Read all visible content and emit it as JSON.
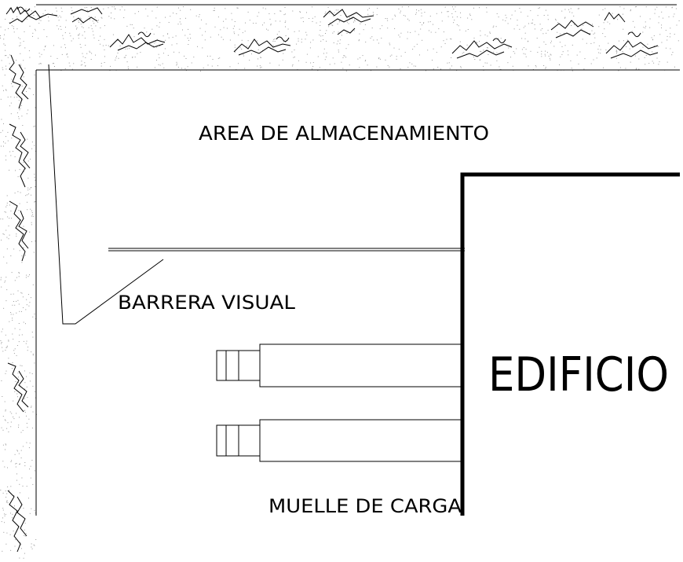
{
  "labels": {
    "storage_area": "AREA DE ALMACENAMIENTO",
    "visual_barrier": "BARRERA VISUAL",
    "building": "EDIFICIO",
    "loading_dock": "MUELLE DE CARGA"
  },
  "colors": {
    "line": "#000000",
    "background": "#ffffff",
    "hatch": "#9a9a9a"
  }
}
